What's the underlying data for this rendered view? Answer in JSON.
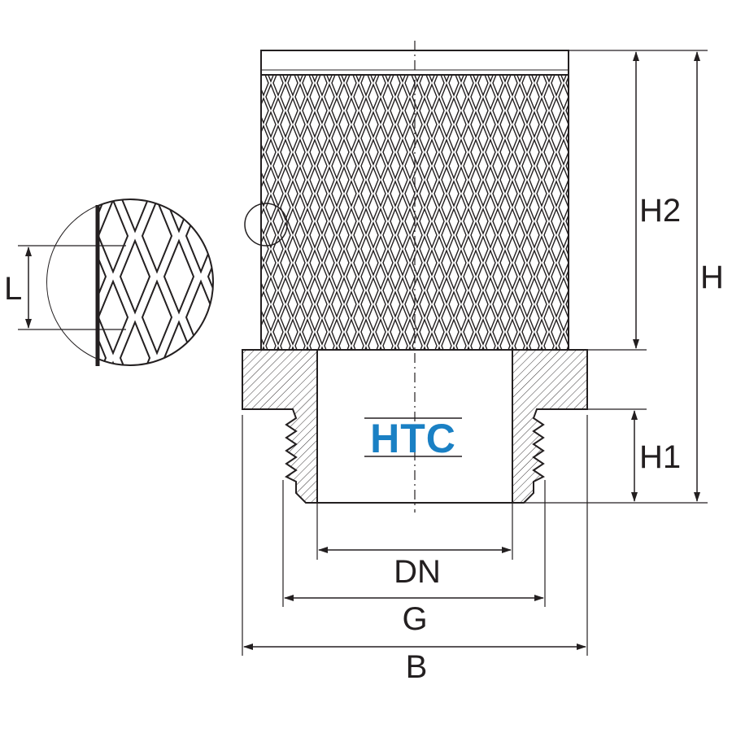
{
  "logo": {
    "text": "HTC",
    "color": "#1a80c4"
  },
  "dimensions": {
    "h2": "H2",
    "h": "H",
    "h1": "H1",
    "l": "L",
    "dn": "DN",
    "g": "G",
    "b": "B"
  },
  "colors": {
    "line": "#231f20",
    "logo": "#1a80c4",
    "background": "#ffffff"
  }
}
